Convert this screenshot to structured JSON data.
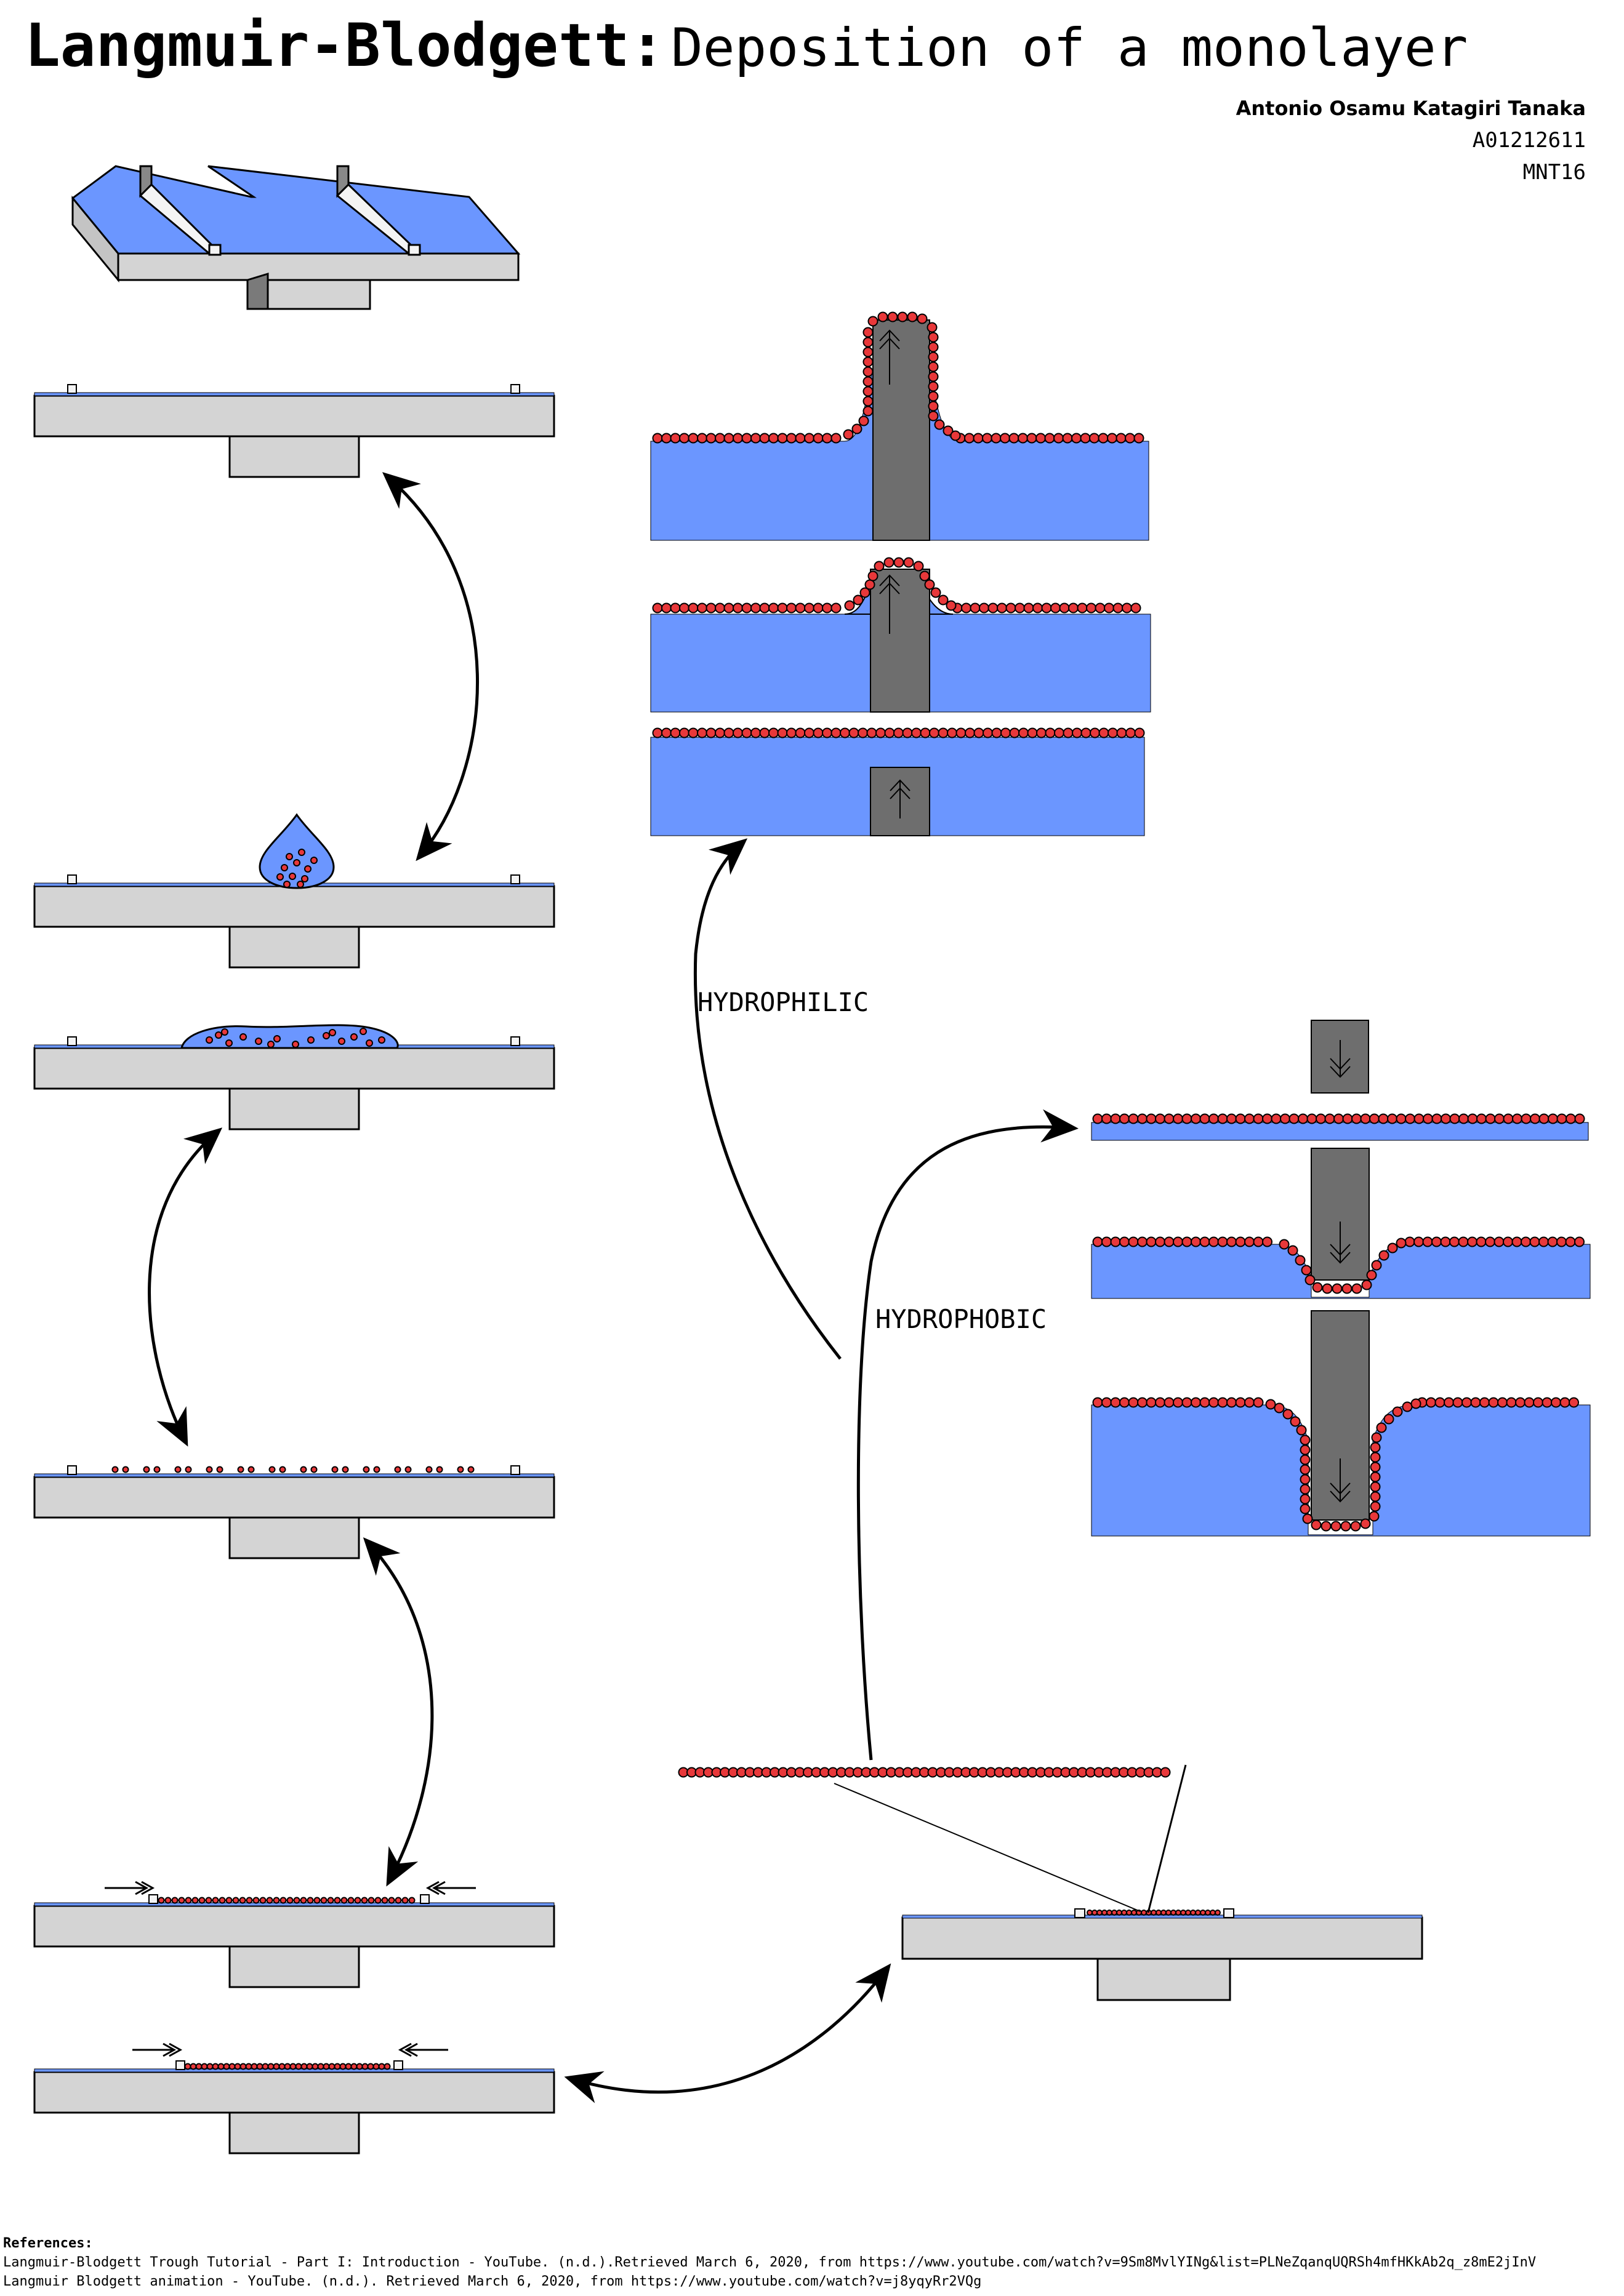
{
  "title": {
    "bold": "Langmuir-Blodgett:",
    "light": "Deposition of a monolayer"
  },
  "author": {
    "name": "Antonio Osamu Katagiri Tanaka",
    "id": "A01212611",
    "course": "MNT16"
  },
  "labels": {
    "hydrophilic": "HYDROPHILIC",
    "hydrophobic": "HYDROPHOBIC"
  },
  "references": {
    "heading": "References:",
    "items": [
      "Langmuir-Blodgett Trough Tutorial - Part I: Introduction - YouTube. (n.d.).Retrieved March 6, 2020, from https://www.youtube.com/watch?v=9Sm8MvlYINg&list=PLNeZqanqUQRSh4mfHKkAb2q_z8mE2jInV",
      "Langmuir Blodgett animation - YouTube. (n.d.). Retrieved March 6, 2020, from https://www.youtube.com/watch?v=j8yqyRr2VQg"
    ]
  },
  "colors": {
    "water": "#6b96ff",
    "molecule": "#e8383a",
    "trough": "#d4d4d4",
    "substrate": "#6e6e6e",
    "outline": "#000000"
  }
}
